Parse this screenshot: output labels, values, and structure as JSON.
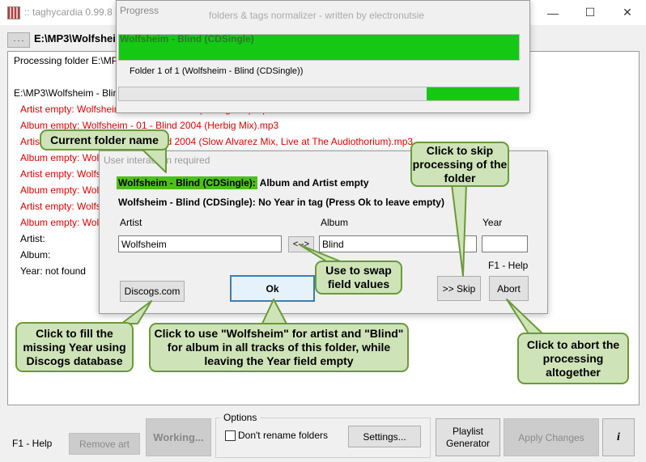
{
  "window": {
    "title": ":: taghycardia 0.99.8 p",
    "minimize": "—",
    "maximize": "☐",
    "close": "✕"
  },
  "pathbar": {
    "button": ". . .",
    "path": "E:\\MP3\\Wolfsheim - Blind (CDSingle)"
  },
  "log": {
    "processing": "Processing folder E:\\MP3\\Wolfsheim - Blind (CDSingle)",
    "folder": "E:\\MP3\\Wolfsheim - Blind (CDSingle)",
    "lines_red": [
      "Artist empty: Wolfsheim - 01 - Blind 2004 (Herbig Mix).mp3",
      "Album empty: Wolfsheim - 01 - Blind 2004 (Herbig Mix).mp3",
      "Artist empty: Wolfsheim - 02 - Blind 2004 (Slow Alvarez Mix, Live at The Audiothorium).mp3",
      "Album empty: Wolfsheim - 02 - Blind 2004 (Slow Alvarez Mix, Live at The Audiothorium).mp3",
      "Artist empty: Wolfsheim - 03 - Blind (Spectators Version).mp3",
      "Album empty: Wolfsheim - 03 - Blind (Spectators Version).mp3",
      "Artist empty: Wolfsheim - 04 - Blind 2004 (Herbig Mix Instrumental).mp3",
      "Album empty: Wolfsheim - 04 - Blind 2004 (Herbig Mix Instrumental).mp3"
    ],
    "artist": "Artist:",
    "album": "Album:",
    "year": "Year: not found"
  },
  "progress": {
    "title": "Progress",
    "title_tail": "folders & tags normalizer - written by electronutsie",
    "bar1_label": "Wolfsheim - Blind (CDSingle)",
    "bar1_value": 1.0,
    "folder_text": "Folder 1 of 1 (Wolfsheim - Blind (CDSingle))",
    "bar2_value": 0.23
  },
  "dialog": {
    "title": "User interaction required",
    "folder_name": "Wolfsheim - Blind (CDSingle):",
    "msg1": " Album and Artist empty",
    "msg2": "Wolfsheim - Blind (CDSingle): No Year in tag (Press Ok to leave empty)",
    "artist_label": "Artist",
    "album_label": "Album",
    "year_label": "Year",
    "artist_value": "Wolfsheim",
    "album_value": "Blind",
    "year_value": "",
    "swap_button": "<-->",
    "f1_help": "F1 - Help",
    "discogs_button": "Discogs.com",
    "ok_button": "Ok",
    "skip_button": ">> Skip",
    "abort_button": "Abort"
  },
  "toolbar": {
    "f1_help": "F1 - Help",
    "remove_art": "Remove art",
    "working": "Working...",
    "options_label": "Options",
    "dont_rename": "Don't rename folders",
    "settings": "Settings...",
    "playlist": "Playlist\nGenerator",
    "apply_changes": "Apply Changes",
    "info": "i"
  },
  "callouts": {
    "current_folder": "Current folder name",
    "skip": "Click to skip processing of the folder",
    "swap": "Use to swap field values",
    "discogs": "Click to fill the missing Year using Discogs database",
    "ok": "Click to use \"Wolfsheim\" for artist and \"Blind\" for album in all tracks of this folder, while leaving the Year field empty",
    "abort": "Click to abort the processing altogether"
  },
  "colors": {
    "log_red": "#e00000",
    "progress_green": "#14c814",
    "highlight_green": "#4ec019",
    "callout_fill": "#cfe3b8",
    "callout_border": "#6a9a3a"
  }
}
